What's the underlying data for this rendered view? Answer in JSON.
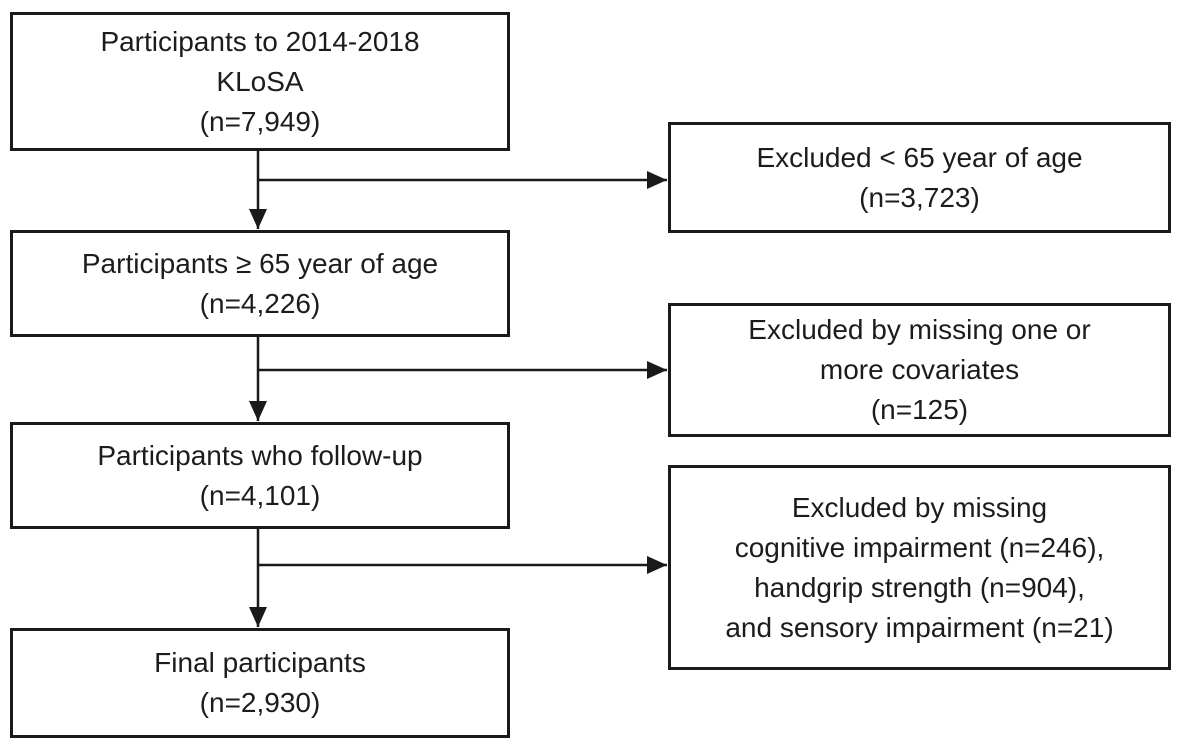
{
  "flow": {
    "left": [
      [
        "Participants to 2014-2018",
        "KLoSA",
        "(n=7,949)"
      ],
      [
        "Participants ≥ 65 year of age",
        "(n=4,226)"
      ],
      [
        "Participants who follow-up",
        "(n=4,101)"
      ],
      [
        "Final participants",
        "(n=2,930)"
      ]
    ],
    "right": [
      [
        "Excluded < 65 year of age",
        "(n=3,723)"
      ],
      [
        "Excluded by missing one or",
        "more covariates",
        "(n=125)"
      ],
      [
        "Excluded by missing",
        "cognitive impairment (n=246),",
        "handgrip strength (n=904),",
        "and sensory impairment (n=21)"
      ]
    ],
    "colors": {
      "line": "#1a1a1a",
      "background": "#ffffff",
      "text": "#1c1c1c"
    }
  }
}
